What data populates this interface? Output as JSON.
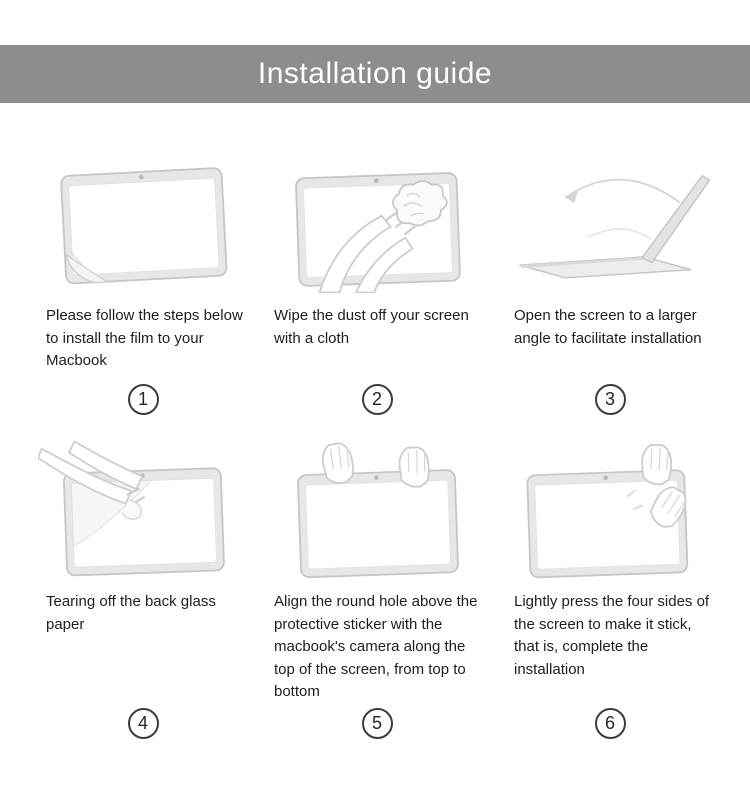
{
  "header": {
    "title": "Installation guide"
  },
  "colors": {
    "header_bg": "#8d8d8d",
    "line_art": "#c9c9c9",
    "bezel_fill": "#e7e7e7",
    "badge_border": "#3c3c3c"
  },
  "steps": [
    {
      "number": "1",
      "icon": "macbook-film-peel-icon",
      "caption": "Please follow the steps below to install the film to your Macbook"
    },
    {
      "number": "2",
      "icon": "wipe-cloth-icon",
      "caption": "Wipe the dust off your screen with a cloth"
    },
    {
      "number": "3",
      "icon": "open-laptop-angle-icon",
      "caption": "Open the screen to a larger angle to facilitate installation"
    },
    {
      "number": "4",
      "icon": "tear-backing-paper-icon",
      "caption": "Tearing off the back glass paper"
    },
    {
      "number": "5",
      "icon": "align-camera-hole-icon",
      "caption": "Align the round hole above the protective sticker with the macbook's camera along the top of the screen, from top to bottom"
    },
    {
      "number": "6",
      "icon": "press-four-sides-icon",
      "caption": "Lightly press the four sides of the screen to make it stick, that is, complete the installation"
    }
  ]
}
